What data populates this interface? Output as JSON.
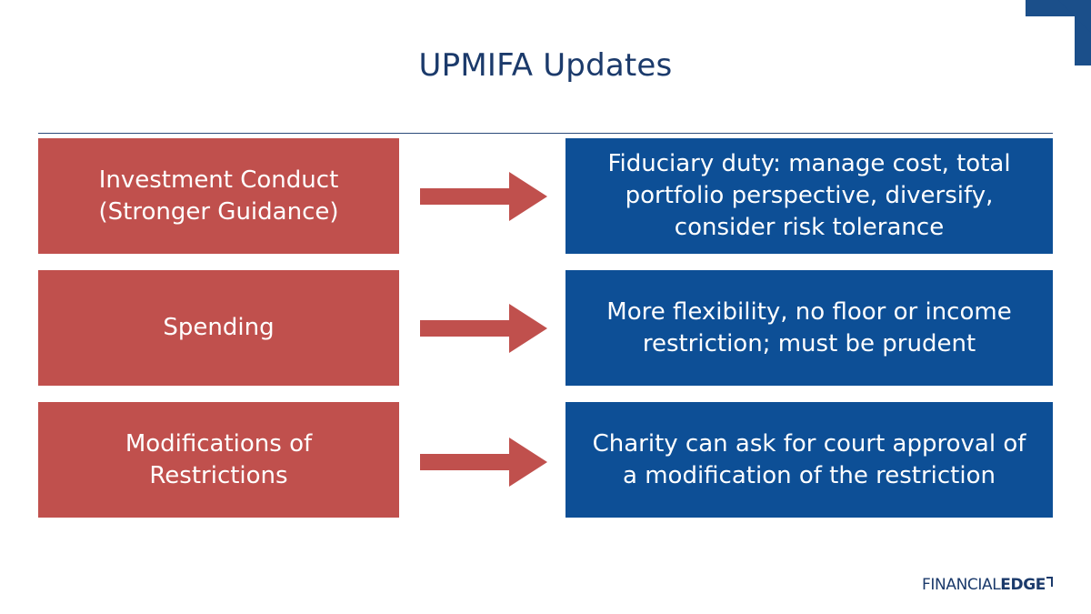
{
  "title": "UPMIFA Updates",
  "colors": {
    "left_box": "#c0504d",
    "right_box": "#0d4f96",
    "arrow": "#c0504d",
    "title": "#1b3a6b"
  },
  "rows": [
    {
      "label": [
        "Investment Conduct",
        "(Stronger Guidance)"
      ],
      "detail": [
        "Fiduciary duty: manage cost, total",
        "portfolio perspective, diversify,",
        "consider risk tolerance"
      ]
    },
    {
      "label": [
        "Spending"
      ],
      "detail": [
        "More flexibility, no floor or income",
        "restriction; must be prudent"
      ]
    },
    {
      "label": [
        "Modifications of",
        "Restrictions"
      ],
      "detail": [
        "Charity can ask for court approval of",
        "a modification of the restriction"
      ]
    }
  ],
  "logo": {
    "part1": "FINANCIAL",
    "part2": "EDGE"
  }
}
